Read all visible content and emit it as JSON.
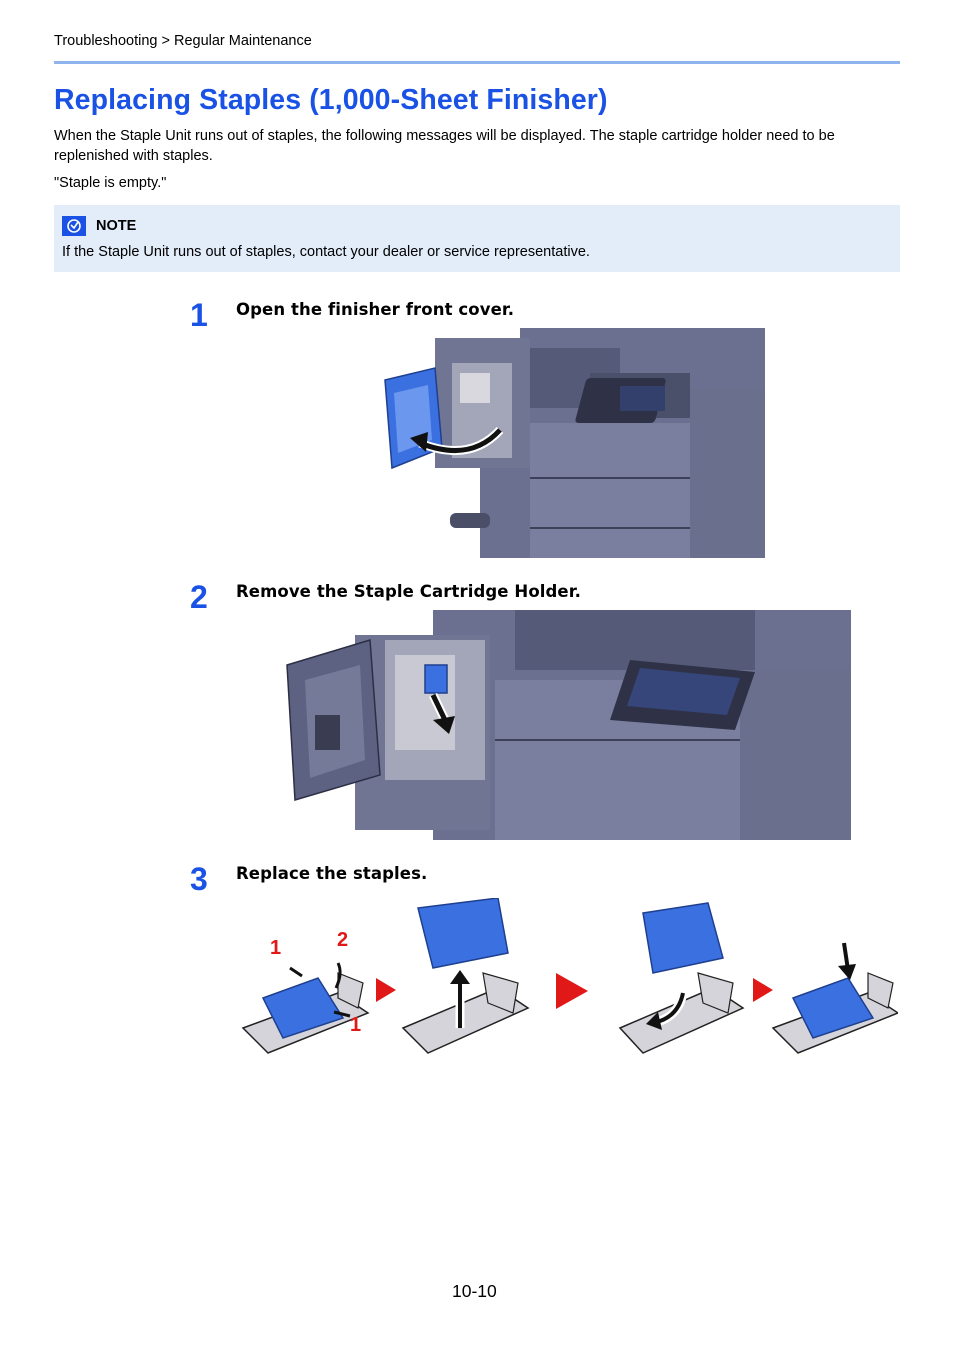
{
  "header": {
    "breadcrumb": "Troubleshooting > Regular Maintenance"
  },
  "page_title": "Replacing Staples (1,000-Sheet Finisher)",
  "intro": "When the Staple Unit runs out of staples, the following messages will be displayed. The staple cartridge holder need to be replenished with staples.",
  "message": "\"Staple is empty.\"",
  "note": {
    "label": "NOTE",
    "text": "If the Staple Unit runs out of staples, contact your dealer or service representative."
  },
  "steps": [
    {
      "number": "1",
      "text": "Open the finisher front cover."
    },
    {
      "number": "2",
      "text": "Remove the Staple Cartridge Holder."
    },
    {
      "number": "3",
      "text": "Replace the staples.",
      "callouts": [
        "1",
        "2",
        "1"
      ]
    }
  ],
  "colors": {
    "accent": "#1a52e6",
    "note_bg": "#e3ecf9",
    "callout_red": "#e01818",
    "machine": "#6b7090",
    "cartridge_blue": "#3a70e0"
  },
  "footer": {
    "page_number": "10-10"
  }
}
